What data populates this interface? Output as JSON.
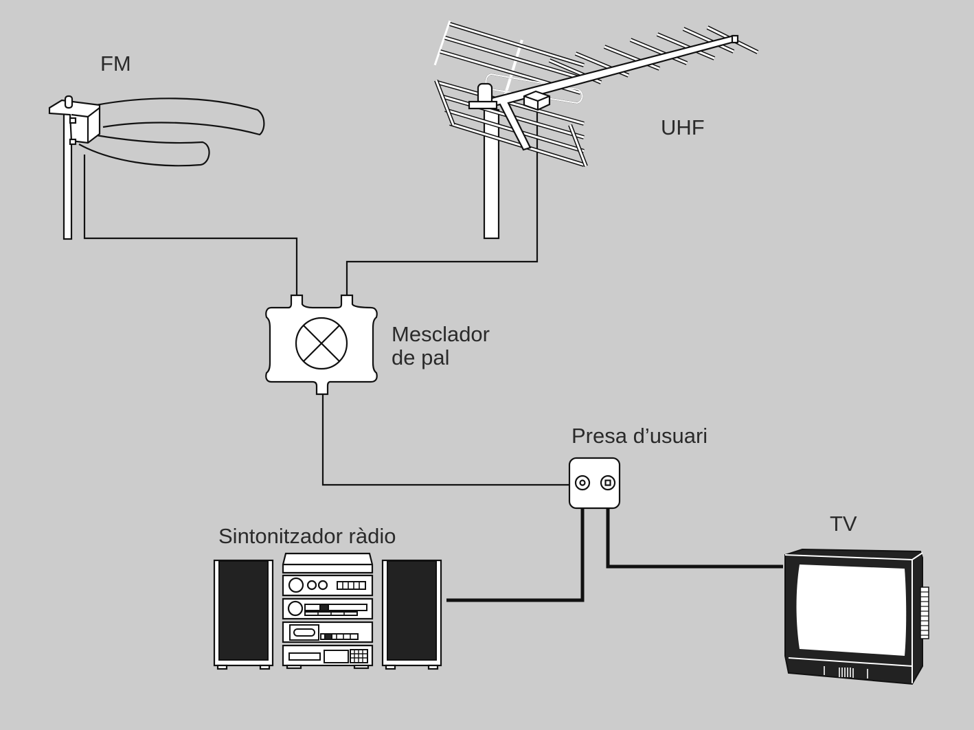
{
  "diagram": {
    "background": "#cccccc",
    "labels": {
      "fm": "FM",
      "uhf": "UHF",
      "mixer_line1": "Mesclador",
      "mixer_line2": "de pal",
      "outlet": "Presa d’usuari",
      "radio": "Sintonitzador ràdio",
      "tv": "TV"
    },
    "components": [
      {
        "id": "fm-antenna",
        "label": "FM"
      },
      {
        "id": "uhf-antenna",
        "label": "UHF"
      },
      {
        "id": "mast-mixer",
        "label": "Mesclador de pal"
      },
      {
        "id": "user-outlet",
        "label": "Presa d’usuari",
        "ports": [
          "radio-port",
          "tv-port"
        ]
      },
      {
        "id": "radio-tuner",
        "label": "Sintonitzador ràdio"
      },
      {
        "id": "tv",
        "label": "TV"
      }
    ],
    "connections": [
      {
        "from": "fm-antenna",
        "to": "mast-mixer"
      },
      {
        "from": "uhf-antenna",
        "to": "mast-mixer"
      },
      {
        "from": "mast-mixer",
        "to": "user-outlet"
      },
      {
        "from": "user-outlet",
        "to": "radio-tuner",
        "port": "radio-port"
      },
      {
        "from": "user-outlet",
        "to": "tv",
        "port": "tv-port"
      }
    ]
  }
}
